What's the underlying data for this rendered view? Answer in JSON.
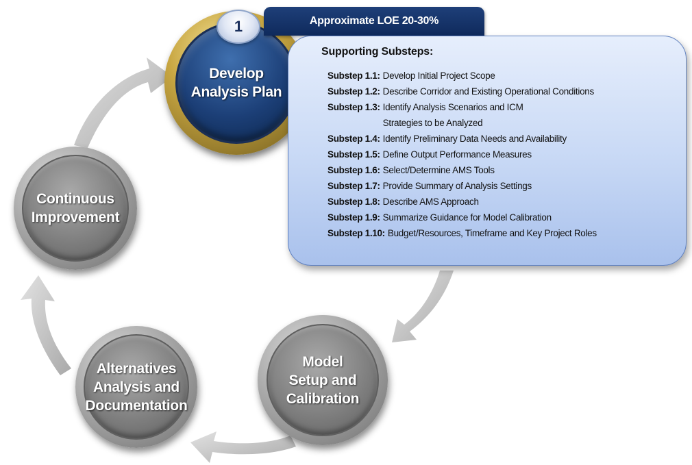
{
  "banner": {
    "step_number": "1",
    "loe": "Approximate LOE 20-30%"
  },
  "cycle": {
    "active": "Develop\nAnalysis Plan",
    "step2": "Model\nSetup and\nCalibration",
    "step3": "Alternatives\nAnalysis and\nDocumentation",
    "step4": "Continuous\nImprovement"
  },
  "panel": {
    "heading": "Supporting Substeps:",
    "substeps": [
      {
        "id": "Substep 1.1:",
        "text": "Develop Initial Project Scope"
      },
      {
        "id": "Substep 1.2:",
        "text": "Describe Corridor and Existing Operational Conditions"
      },
      {
        "id": "Substep 1.3:",
        "text": "Identify Analysis Scenarios and ICM\nStrategies to be Analyzed"
      },
      {
        "id": "Substep 1.4:",
        "text": "Identify Preliminary Data Needs and Availability"
      },
      {
        "id": "Substep 1.5:",
        "text": "Define Output Performance Measures"
      },
      {
        "id": "Substep 1.6:",
        "text": "Select/Determine AMS Tools"
      },
      {
        "id": "Substep 1.7:",
        "text": "Provide Summary of Analysis Settings"
      },
      {
        "id": "Substep 1.8:",
        "text": "Describe AMS Approach"
      },
      {
        "id": "Substep 1.9:",
        "text": "Summarize Guidance for Model Calibration"
      },
      {
        "id": "Substep 1.10:",
        "text": "Budget/Resources, Timeframe and Key Project Roles"
      }
    ]
  },
  "colors": {
    "banner_blue": "#0f2a5c",
    "panel_blue": "#c7d8f5",
    "gold": "#c9a742",
    "circle_grey": "#878787",
    "arrow_grey": "#c4c4c4"
  },
  "icons": [
    "cycle-arrow-icon"
  ]
}
